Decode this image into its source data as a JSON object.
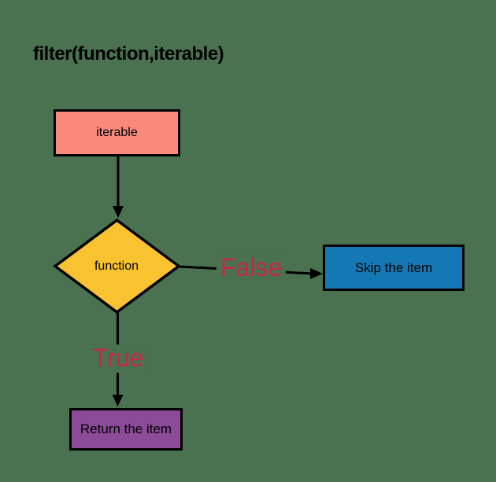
{
  "title": {
    "text": "filter(function,iterable)"
  },
  "nodes": {
    "iterable": {
      "label": "iterable"
    },
    "function": {
      "label": "function"
    },
    "skip": {
      "label": "Skip the item"
    },
    "return": {
      "label": "Return the item"
    }
  },
  "edges": {
    "false": {
      "label": "False"
    },
    "true": {
      "label": "True"
    }
  },
  "colors": {
    "background": "#4A7150",
    "title_text": "#000000",
    "iterable_fill": "#FA897C",
    "function_fill": "#F8C231",
    "skip_fill": "#1478B4",
    "return_fill": "#8C4B99",
    "edge_label_text": "#C62846",
    "stroke": "#000000"
  }
}
